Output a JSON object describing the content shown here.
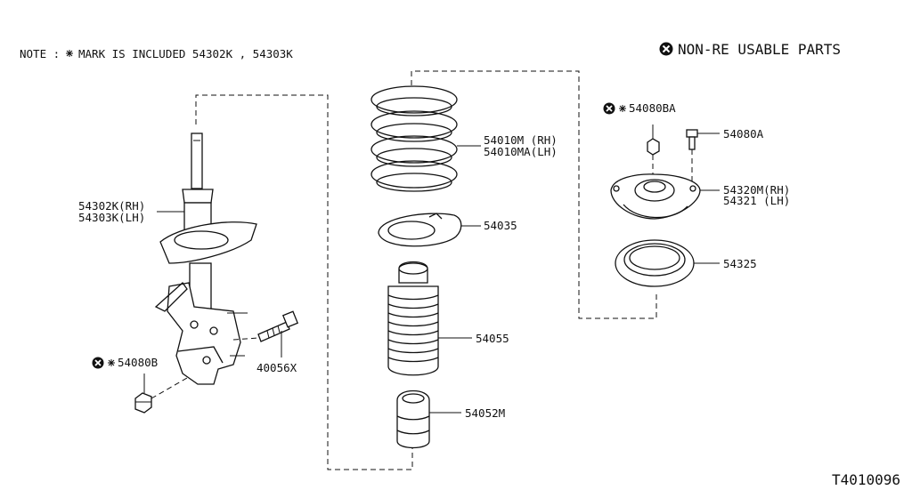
{
  "note": {
    "prefix": "NOTE :",
    "text": "MARK IS INCLUDED  54302K , 54303K"
  },
  "legend": {
    "icon": "cross-circle-icon",
    "text": "NON-RE USABLE PARTS"
  },
  "diagram_id": "T4010096",
  "labels": {
    "strut_rh": "54302K(RH)",
    "strut_lh": "54303K(LH)",
    "nut_54080b": "54080B",
    "bolt_40056x": "40056X",
    "spring_rh": "54010M  (RH)",
    "spring_lh": "54010MA(LH)",
    "seat_54035": "54035",
    "boot_54055": "54055",
    "bumper_54052m": "54052M",
    "nut_54080ba": "54080BA",
    "bolt_54080a": "54080A",
    "mount_rh": "54320M(RH)",
    "mount_lh": "54321  (LH)",
    "bearing_54325": "54325"
  },
  "colors": {
    "ink": "#111111",
    "background": "#ffffff"
  }
}
